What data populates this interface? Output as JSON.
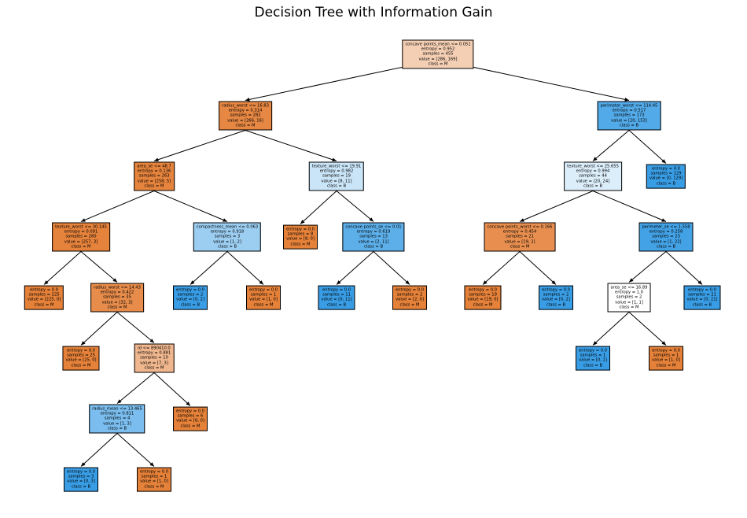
{
  "title": "Decision Tree with Information Gain",
  "colors": {
    "class_M": "#e58139",
    "class_B": "#399de5"
  },
  "nodes": [
    {
      "id": "n0",
      "lines": [
        "concave points_mean <= 0.051",
        "entropy = 0.952",
        "samples = 455",
        "value = [286, 169]",
        "class = M"
      ],
      "cls": "M",
      "purity": 0.38
    },
    {
      "id": "n1",
      "lines": [
        "radius_worst <= 16.83",
        "entropy = 0.314",
        "samples = 282",
        "value = [266, 16]",
        "class = M"
      ],
      "cls": "M",
      "purity": 0.95
    },
    {
      "id": "n2",
      "lines": [
        "perimeter_worst <= 114.45",
        "entropy = 0.517",
        "samples = 173",
        "value = [20, 153]",
        "class = B"
      ],
      "cls": "B",
      "purity": 0.87
    },
    {
      "id": "n3",
      "lines": [
        "area_se <= 48.7",
        "entropy = 0.136",
        "samples = 263",
        "value = [258, 5]",
        "class = M"
      ],
      "cls": "M",
      "purity": 0.98
    },
    {
      "id": "n4",
      "lines": [
        "texture_worst <= 19.91",
        "entropy = 0.982",
        "samples = 19",
        "value = [8, 11]",
        "class = B"
      ],
      "cls": "B",
      "purity": 0.27
    },
    {
      "id": "n5",
      "lines": [
        "texture_worst <= 25.655",
        "entropy = 0.994",
        "samples = 44",
        "value = [20, 24]",
        "class = B"
      ],
      "cls": "B",
      "purity": 0.17
    },
    {
      "id": "n6",
      "lines": [
        "entropy = 0.0",
        "samples = 129",
        "value = [0, 129]",
        "class = B"
      ],
      "cls": "B",
      "purity": 1.0
    },
    {
      "id": "n7",
      "lines": [
        "texture_worst <= 30.145",
        "entropy = 0.091",
        "samples = 260",
        "value = [257, 3]",
        "class = M"
      ],
      "cls": "M",
      "purity": 0.99
    },
    {
      "id": "n8",
      "lines": [
        "compactness_mean <= 0.063",
        "entropy = 0.918",
        "samples = 3",
        "value = [1, 2]",
        "class = B"
      ],
      "cls": "B",
      "purity": 0.5
    },
    {
      "id": "n9",
      "lines": [
        "entropy = 0.0",
        "samples = 8",
        "value = [8, 0]",
        "class = M"
      ],
      "cls": "M",
      "purity": 1.0
    },
    {
      "id": "n10",
      "lines": [
        "concave points_se <= 0.01",
        "entropy = 0.619",
        "samples = 13",
        "value = [2, 11]",
        "class = B"
      ],
      "cls": "B",
      "purity": 0.82
    },
    {
      "id": "n11",
      "lines": [
        "concave points_worst <= 0.166",
        "entropy = 0.454",
        "samples = 21",
        "value = [19, 2]",
        "class = M"
      ],
      "cls": "M",
      "purity": 0.89
    },
    {
      "id": "n12",
      "lines": [
        "perimeter_se <= 1.558",
        "entropy = 0.258",
        "samples = 23",
        "value = [1, 22]",
        "class = B"
      ],
      "cls": "B",
      "purity": 0.95
    },
    {
      "id": "n13",
      "lines": [
        "entropy = 0.0",
        "samples = 225",
        "value = [225, 0]",
        "class = M"
      ],
      "cls": "M",
      "purity": 1.0
    },
    {
      "id": "n14",
      "lines": [
        "radius_worst <= 14.43",
        "entropy = 0.422",
        "samples = 35",
        "value = [32, 3]",
        "class = M"
      ],
      "cls": "M",
      "purity": 0.91
    },
    {
      "id": "n15",
      "lines": [
        "entropy = 0.0",
        "samples = 2",
        "value = [0, 2]",
        "class = B"
      ],
      "cls": "B",
      "purity": 1.0
    },
    {
      "id": "n16",
      "lines": [
        "entropy = 0.0",
        "samples = 1",
        "value = [1, 0]",
        "class = M"
      ],
      "cls": "M",
      "purity": 1.0
    },
    {
      "id": "n17",
      "lines": [
        "entropy = 0.0",
        "samples = 11",
        "value = [0, 11]",
        "class = B"
      ],
      "cls": "B",
      "purity": 1.0
    },
    {
      "id": "n18",
      "lines": [
        "entropy = 0.0",
        "samples = 2",
        "value = [2, 0]",
        "class = M"
      ],
      "cls": "M",
      "purity": 1.0
    },
    {
      "id": "n19",
      "lines": [
        "entropy = 0.0",
        "samples = 19",
        "value = [19, 0]",
        "class = M"
      ],
      "cls": "M",
      "purity": 1.0
    },
    {
      "id": "n20",
      "lines": [
        "entropy = 0.0",
        "samples = 2",
        "value = [0, 2]",
        "class = B"
      ],
      "cls": "B",
      "purity": 1.0
    },
    {
      "id": "n21",
      "lines": [
        "area_se <= 16.89",
        "entropy = 1.0",
        "samples = 2",
        "value = [1, 1]",
        "class = M"
      ],
      "cls": "M",
      "purity": 0.0
    },
    {
      "id": "n22",
      "lines": [
        "entropy = 0.0",
        "samples = 21",
        "value = [0, 21]",
        "class = B"
      ],
      "cls": "B",
      "purity": 1.0
    },
    {
      "id": "n23",
      "lines": [
        "entropy = 0.0",
        "samples = 25",
        "value = [25, 0]",
        "class = M"
      ],
      "cls": "M",
      "purity": 1.0
    },
    {
      "id": "n24",
      "lines": [
        "id <= 890410.0",
        "entropy = 0.881",
        "samples = 10",
        "value = [7, 3]",
        "class = M"
      ],
      "cls": "M",
      "purity": 0.57
    },
    {
      "id": "n25",
      "lines": [
        "entropy = 0.0",
        "samples = 1",
        "value = [0, 1]",
        "class = B"
      ],
      "cls": "B",
      "purity": 1.0
    },
    {
      "id": "n26",
      "lines": [
        "entropy = 0.0",
        "samples = 1",
        "value = [1, 0]",
        "class = M"
      ],
      "cls": "M",
      "purity": 1.0
    },
    {
      "id": "n27",
      "lines": [
        "radius_mean <= 13.465",
        "entropy = 0.811",
        "samples = 4",
        "value = [1, 3]",
        "class = B"
      ],
      "cls": "B",
      "purity": 0.67
    },
    {
      "id": "n28",
      "lines": [
        "entropy = 0.0",
        "samples = 6",
        "value = [6, 0]",
        "class = M"
      ],
      "cls": "M",
      "purity": 1.0
    },
    {
      "id": "n29",
      "lines": [
        "entropy = 0.0",
        "samples = 3",
        "value = [0, 3]",
        "class = B"
      ],
      "cls": "B",
      "purity": 1.0
    },
    {
      "id": "n30",
      "lines": [
        "entropy = 0.0",
        "samples = 1",
        "value = [1, 0]",
        "class = M"
      ],
      "cls": "M",
      "purity": 1.0
    }
  ],
  "edges": [
    [
      "n0",
      "n1"
    ],
    [
      "n0",
      "n2"
    ],
    [
      "n1",
      "n3"
    ],
    [
      "n1",
      "n4"
    ],
    [
      "n2",
      "n5"
    ],
    [
      "n2",
      "n6"
    ],
    [
      "n3",
      "n7"
    ],
    [
      "n3",
      "n8"
    ],
    [
      "n4",
      "n9"
    ],
    [
      "n4",
      "n10"
    ],
    [
      "n5",
      "n11"
    ],
    [
      "n5",
      "n12"
    ],
    [
      "n7",
      "n13"
    ],
    [
      "n7",
      "n14"
    ],
    [
      "n8",
      "n15"
    ],
    [
      "n8",
      "n16"
    ],
    [
      "n10",
      "n17"
    ],
    [
      "n10",
      "n18"
    ],
    [
      "n11",
      "n19"
    ],
    [
      "n11",
      "n20"
    ],
    [
      "n12",
      "n21"
    ],
    [
      "n12",
      "n22"
    ],
    [
      "n14",
      "n23"
    ],
    [
      "n14",
      "n24"
    ],
    [
      "n21",
      "n25"
    ],
    [
      "n21",
      "n26"
    ],
    [
      "n24",
      "n27"
    ],
    [
      "n24",
      "n28"
    ],
    [
      "n27",
      "n29"
    ],
    [
      "n27",
      "n30"
    ]
  ]
}
